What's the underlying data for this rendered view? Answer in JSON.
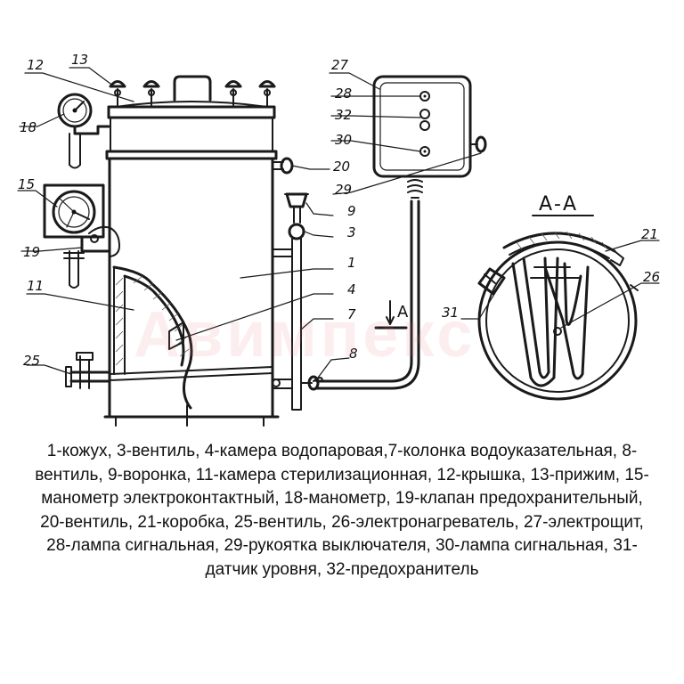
{
  "labels": {
    "l1": "1",
    "l3": "3",
    "l4": "4",
    "l7": "7",
    "l8": "8",
    "l9": "9",
    "l11": "11",
    "l12": "12",
    "l13": "13",
    "l15": "15",
    "l18": "18",
    "l19": "19",
    "l20": "20",
    "l21": "21",
    "l25": "25",
    "l26": "26",
    "l27": "27",
    "l28": "28",
    "l29": "29",
    "l30": "30",
    "l31": "31",
    "l32": "32"
  },
  "section_mark": "А",
  "section_title": "А-А",
  "watermark": "Авимпекс",
  "caption": "1-кожух, 3-вентиль, 4-камера водопаровая,7-колонка водоуказательная, 8-вентиль, 9-воронка, 11-камера стерилизационная, 12-крышка, 13-прижим, 15-манометр электроконтактный, 18-манометр, 19-клапан предохранительный, 20-вентиль, 21-коробка, 25-вентиль, 26-электронагреватель, 27-электрощит, 28-лампа сигнальная, 29-рукоятка выключателя, 30-лампа сигнальная, 31-датчик уровня, 32-предохранитель"
}
